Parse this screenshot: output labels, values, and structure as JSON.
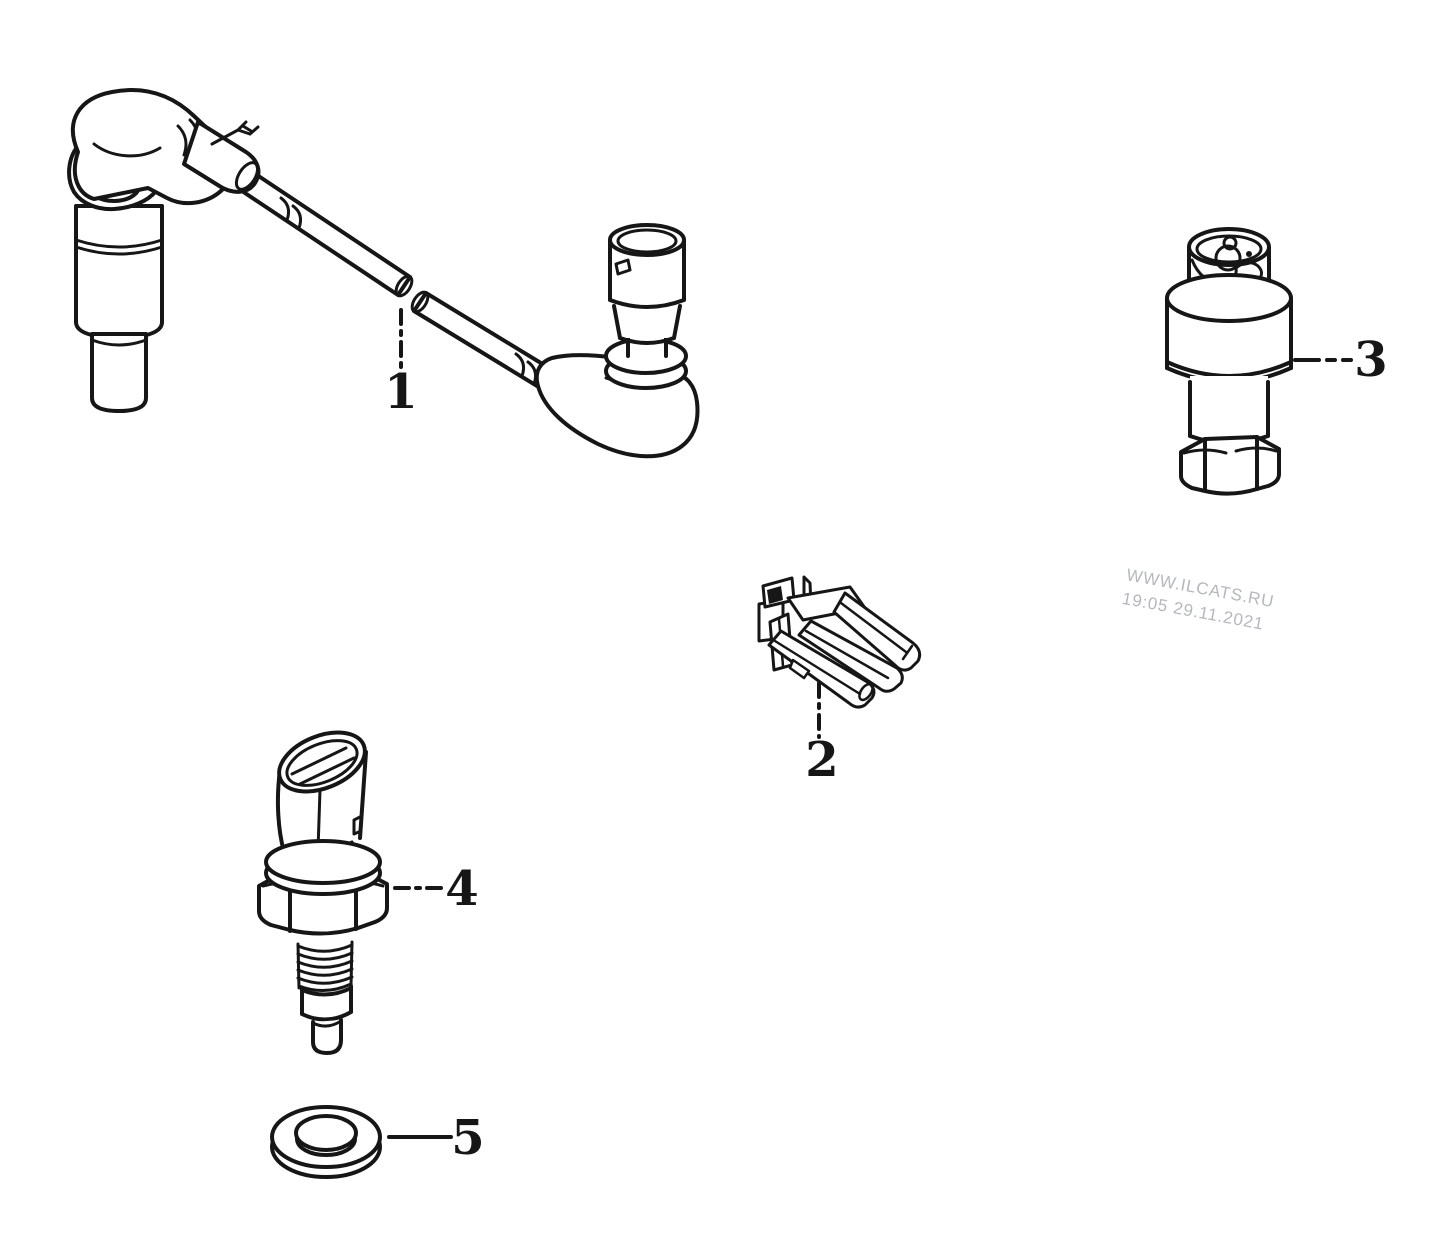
{
  "diagram": {
    "background_color": "#ffffff",
    "line_color": "#161616",
    "callouts": [
      {
        "label": "1"
      },
      {
        "label": "2"
      },
      {
        "label": "3"
      },
      {
        "label": "4"
      },
      {
        "label": "5"
      }
    ]
  },
  "watermark": {
    "line1": "WWW.ILCATS.RU",
    "line2": "19:05 29.11.2021",
    "color": "#b5b8bb"
  }
}
